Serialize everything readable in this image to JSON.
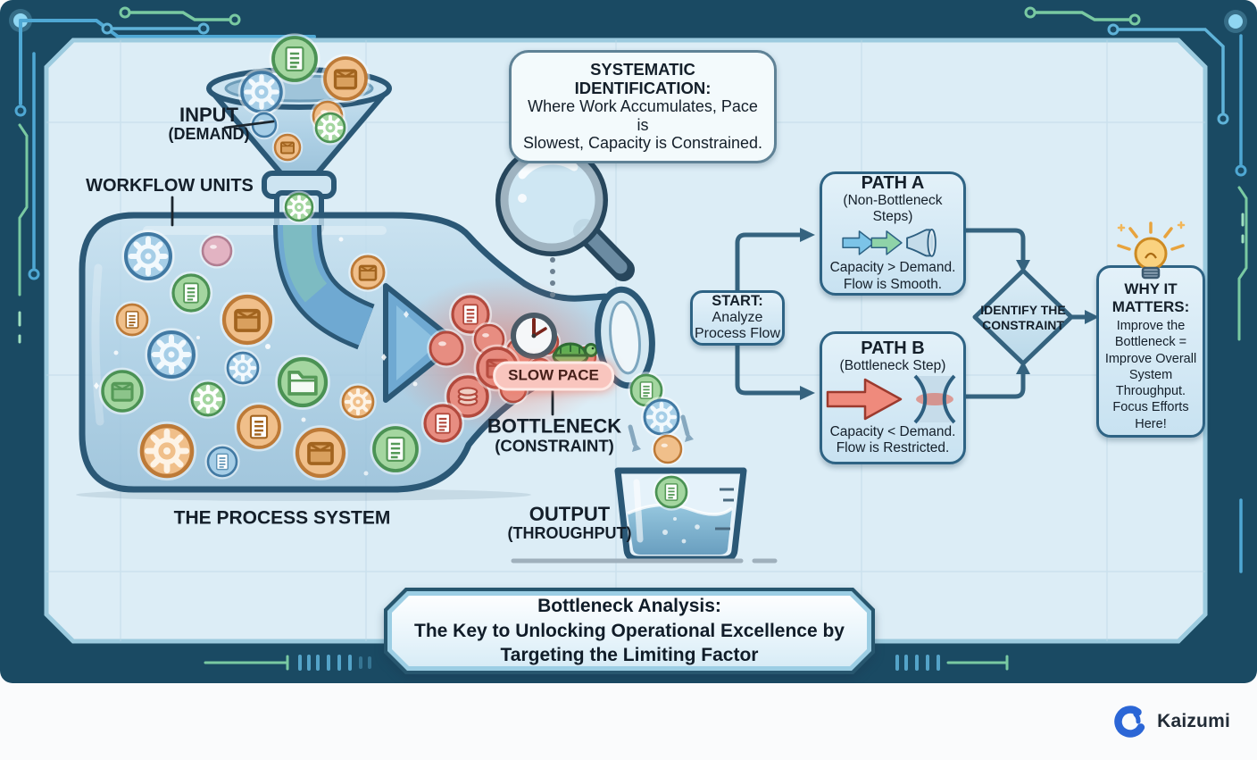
{
  "scene": {
    "labels": {
      "input_title": "INPUT",
      "input_sub": "(DEMAND)",
      "workflow_units": "WORKFLOW UNITS",
      "process_system": "THE PROCESS SYSTEM",
      "slow_pace": "SLOW PACE",
      "bottleneck_title": "BOTTLENECK",
      "bottleneck_sub": "(CONSTRAINT)",
      "output_title": "OUTPUT",
      "output_sub": "(THROUGHPUT)"
    },
    "callout": {
      "title": "SYSTEMATIC IDENTIFICATION:",
      "line1": "Where Work Accumulates, Pace is",
      "line2": "Slowest, Capacity is Constrained."
    },
    "icons": [
      "funnel-icon",
      "bottle-icon",
      "gear-icon",
      "document-icon",
      "box-icon",
      "folder-icon",
      "magnifier-icon",
      "clock-icon",
      "turtle-icon",
      "beaker-icon",
      "lightbulb-icon",
      "flow-arrow-icon"
    ]
  },
  "flowchart": {
    "start": {
      "title": "START:",
      "line1": "Analyze",
      "line2": "Process Flow"
    },
    "path_a": {
      "title": "PATH A",
      "subtitle": "(Non-Bottleneck Steps)",
      "caption1": "Capacity > Demand.",
      "caption2": "Flow is Smooth."
    },
    "path_b": {
      "title": "PATH B",
      "subtitle": "(Bottleneck Step)",
      "caption1": "Capacity < Demand.",
      "caption2": "Flow is Restricted."
    },
    "decision": {
      "line1": "IDENTIFY THE",
      "line2": "CONSTRAINT"
    },
    "why": {
      "title": "WHY IT MATTERS:",
      "body": "Improve the Bottleneck = Improve Overall System Throughput. Focus Efforts Here!"
    }
  },
  "banner": {
    "line1": "Bottleneck Analysis:",
    "line2": "The Key to Unlocking Operational Excellence by",
    "line3": "Targeting the Limiting Factor"
  },
  "footer": {
    "brand": "Kaizumi"
  },
  "colors": {
    "frame": "#1a4a63",
    "panel": "#dcedf6",
    "accent_blue": "#6fa9d2",
    "accent_green": "#7fc9a4",
    "alert_red": "#e8837a",
    "box_border": "#2e6384",
    "box_fill": "#cfe6f3",
    "brand_blue": "#2b66d6"
  }
}
